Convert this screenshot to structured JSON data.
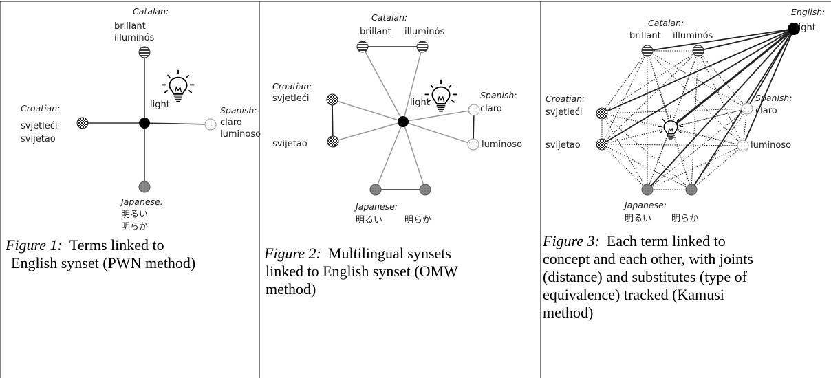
{
  "figure1": {
    "catalan_lang": "Catalan:",
    "catalan_terms": [
      "brillant",
      "illuminós"
    ],
    "croatian_lang": "Croatian:",
    "croatian_terms": [
      "svjetleći",
      "svijetao"
    ],
    "spanish_lang": "Spanish:",
    "spanish_terms": [
      "claro",
      "luminoso"
    ],
    "japanese_lang": "Japanese:",
    "japanese_terms": [
      "明るい",
      "明らか"
    ],
    "center_label": "light",
    "caption_label": "Figure 1:",
    "caption_lines": [
      "Terms linked to",
      "English synset (PWN method)"
    ]
  },
  "figure2": {
    "catalan_lang": "Catalan:",
    "catalan_terms": [
      "brillant",
      "illuminós"
    ],
    "croatian_lang": "Croatian:",
    "croatian_terms": [
      "svjetleći",
      "svijetao"
    ],
    "spanish_lang": "Spanish:",
    "spanish_terms": [
      "claro",
      "luminoso"
    ],
    "japanese_lang": "Japanese:",
    "japanese_terms": [
      "明るい",
      "明らか"
    ],
    "center_label": "light",
    "caption_label": "Figure 2:",
    "caption_lines": [
      "Multilingual synsets",
      "linked to English synset (OMW",
      "method)"
    ]
  },
  "figure3": {
    "catalan_lang": "Catalan:",
    "catalan_terms": [
      "brillant",
      "illuminós"
    ],
    "english_lang": "English:",
    "english_term": "light",
    "croatian_lang": "Croatian:",
    "croatian_terms": [
      "svjetleći",
      "svijetao"
    ],
    "spanish_lang": "Spanish:",
    "spanish_terms": [
      "claro",
      "luminoso"
    ],
    "japanese_lang": "Japanese:",
    "japanese_terms": [
      "明るい",
      "明らか"
    ],
    "caption_label": "Figure 3:",
    "caption_lines": [
      "Each term linked to",
      "concept and each other, with joints",
      "(distance) and substitutes (type of",
      "equivalence) tracked (Kamusi",
      "method)"
    ]
  }
}
